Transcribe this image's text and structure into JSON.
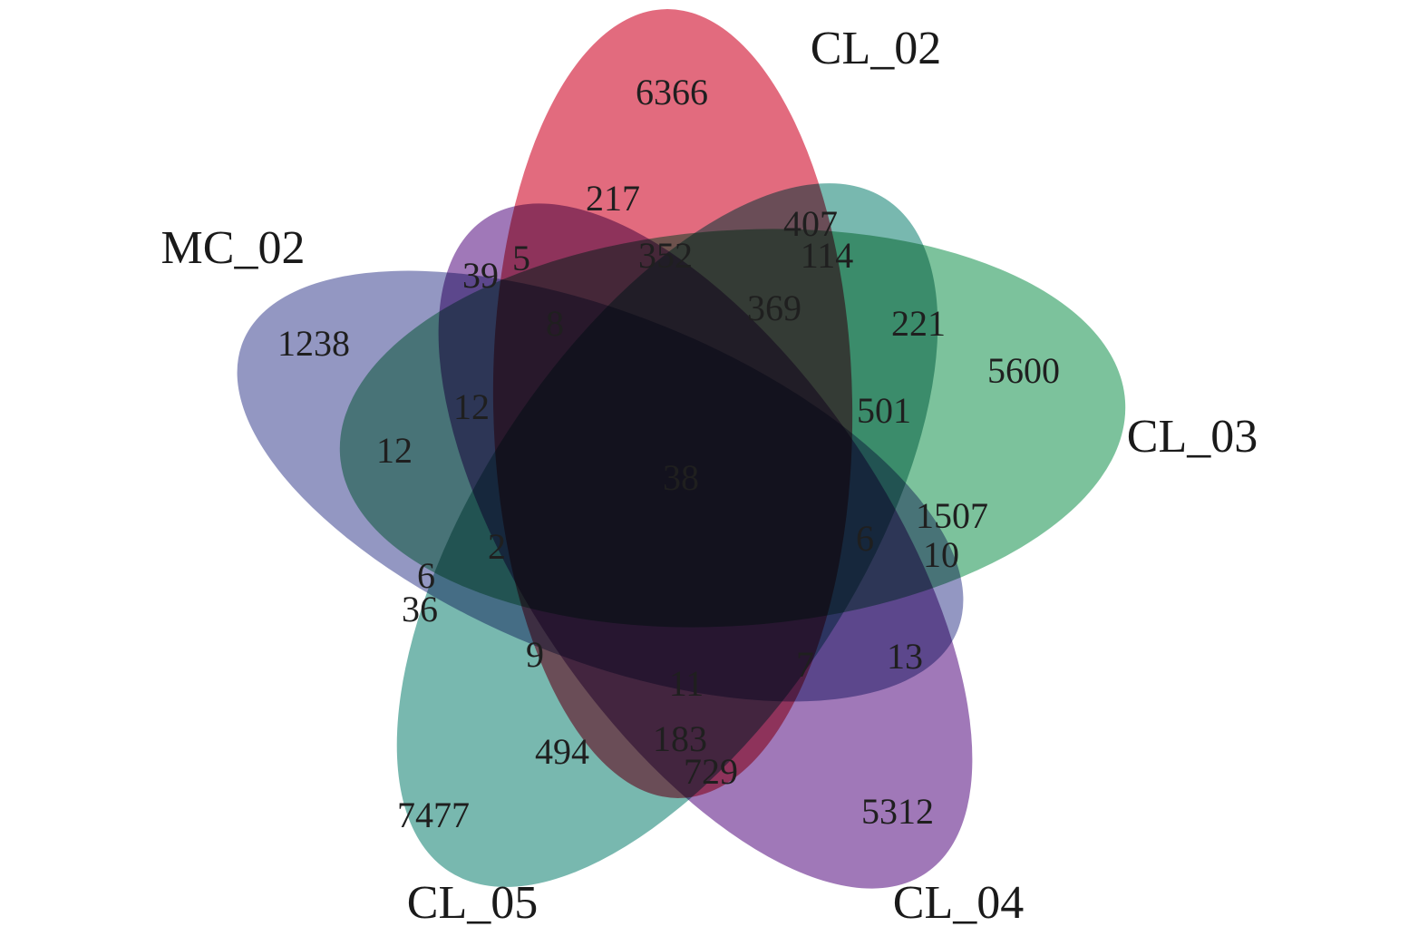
{
  "venn": {
    "sets": [
      {
        "name": "CL_02",
        "color": "#dc4a62"
      },
      {
        "name": "CL_03",
        "color": "#5fb486"
      },
      {
        "name": "CL_04",
        "color": "#8b5aa8"
      },
      {
        "name": "CL_05",
        "color": "#5aa89e"
      },
      {
        "name": "MC_02",
        "color": "#7b80b4"
      }
    ],
    "regions": [
      {
        "sets": [
          "CL_02"
        ],
        "count": "6366"
      },
      {
        "sets": [
          "CL_03"
        ],
        "count": "5600"
      },
      {
        "sets": [
          "CL_04"
        ],
        "count": "5312"
      },
      {
        "sets": [
          "CL_05"
        ],
        "count": "7477"
      },
      {
        "sets": [
          "MC_02"
        ],
        "count": "1238"
      },
      {
        "count": "217"
      },
      {
        "count": "407"
      },
      {
        "count": "352"
      },
      {
        "count": "114"
      },
      {
        "count": "39"
      },
      {
        "count": "5"
      },
      {
        "count": "369"
      },
      {
        "count": "8"
      },
      {
        "count": "221"
      },
      {
        "count": "501"
      },
      {
        "count": "12"
      },
      {
        "count": "12"
      },
      {
        "count": "38"
      },
      {
        "count": "1507"
      },
      {
        "count": "2"
      },
      {
        "count": "6"
      },
      {
        "count": "10"
      },
      {
        "count": "6"
      },
      {
        "count": "36"
      },
      {
        "count": "13"
      },
      {
        "count": "9"
      },
      {
        "count": "7"
      },
      {
        "count": "11"
      },
      {
        "count": "183"
      },
      {
        "count": "494"
      },
      {
        "count": "729"
      }
    ]
  }
}
